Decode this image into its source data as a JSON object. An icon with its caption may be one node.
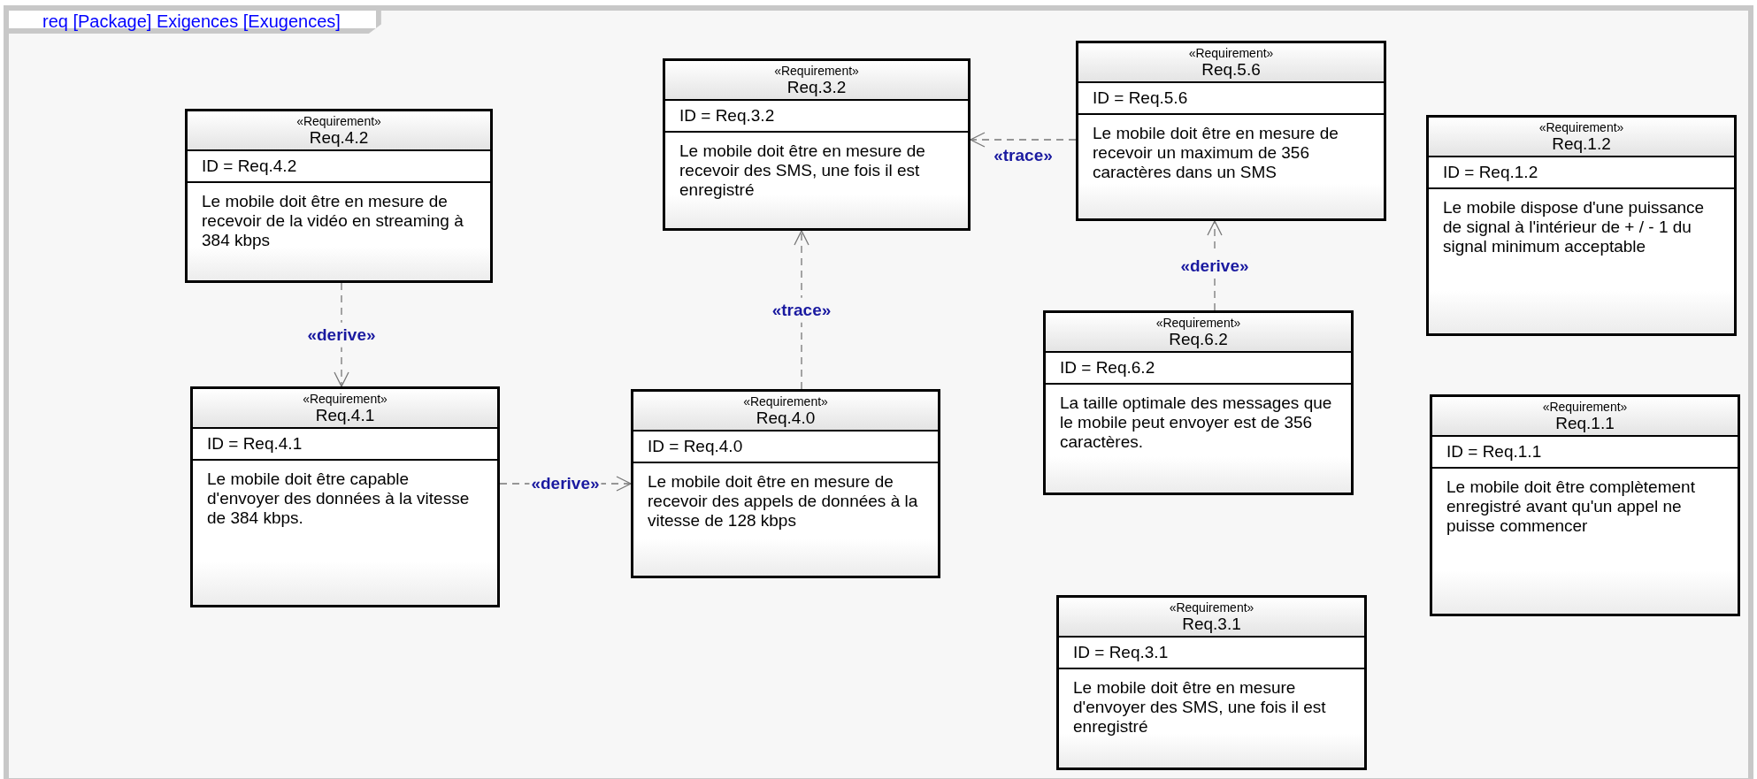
{
  "diagram": {
    "title": "req [Package] Exigences [Exugences]",
    "nodes": [
      {
        "text": [
          "«Requirement»",
          "Req.4.2",
          "ID = Req.4.2",
          "Le mobile doit être en mesure de recevoir de la vidéo en streaming à 384 kbps"
        ]
      },
      {
        "text": [
          "«Requirement»",
          "Req.3.2",
          "ID = Req.3.2",
          "Le mobile doit être en mesure de recevoir des SMS, une fois il est enregistré"
        ]
      },
      {
        "text": [
          "«Requirement»",
          "Req.5.6",
          "ID = Req.5.6",
          "Le mobile doit être en mesure de recevoir un maximum de 356 caractères dans un SMS"
        ]
      },
      {
        "text": [
          "«Requirement»",
          "Req.1.2",
          "ID = Req.1.2",
          "Le mobile dispose d'une puissance de signal à l'intérieur de + / - 1 du signal minimum acceptable"
        ]
      },
      {
        "text": [
          "«Requirement»",
          "Req.4.1",
          "ID = Req.4.1",
          "Le mobile doit être capable d'envoyer des données à la vitesse de 384 kbps."
        ]
      },
      {
        "text": [
          "«Requirement»",
          "Req.4.0",
          "ID = Req.4.0",
          "Le mobile doit être en mesure de recevoir des appels de données à la vitesse de 128 kbps"
        ]
      },
      {
        "text": [
          "«Requirement»",
          "Req.6.2",
          "ID = Req.6.2",
          "La taille optimale des messages que le mobile peut envoyer est de 356 caractères."
        ]
      },
      {
        "text": [
          "«Requirement»",
          "Req.1.1",
          "ID = Req.1.1",
          "Le mobile doit être complètement enregistré avant qu'un appel ne puisse commencer"
        ]
      },
      {
        "text": [
          "«Requirement»",
          "Req.3.1",
          "ID = Req.3.1",
          "Le mobile doit être en mesure d'envoyer des SMS, une fois il est enregistré"
        ]
      }
    ],
    "edges": [
      {
        "from": 2,
        "to": 1,
        "arrow": "to",
        "label": "«trace»",
        "style": "dashed"
      },
      {
        "from": 0,
        "to": 4,
        "arrow": "to",
        "label": "«derive»",
        "style": "dashed"
      },
      {
        "from": 5,
        "to": 1,
        "arrow": "to",
        "label": "«trace»",
        "style": "dashed"
      },
      {
        "from": 6,
        "to": 2,
        "arrow": "to",
        "label": "«derive»",
        "style": "dashed"
      },
      {
        "from": 4,
        "to": 5,
        "arrow": "to",
        "label": "«derive»",
        "style": "dashed"
      }
    ]
  }
}
